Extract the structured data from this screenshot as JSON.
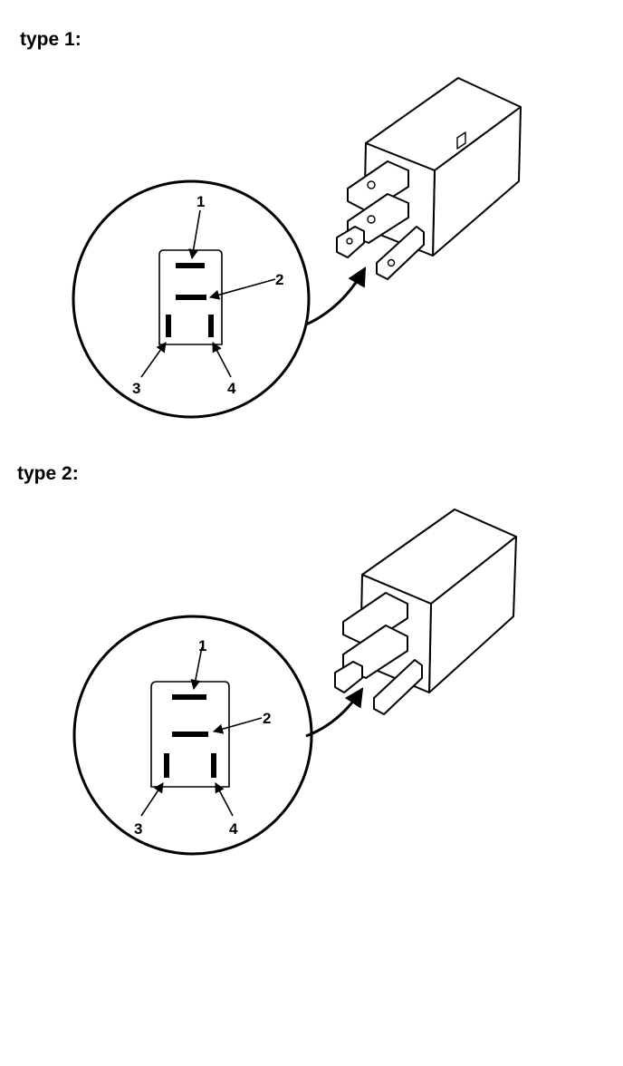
{
  "figures": [
    {
      "label": "type 1:",
      "pins": [
        "1",
        "2",
        "3",
        "4"
      ]
    },
    {
      "label": "type 2:",
      "pins": [
        "1",
        "2",
        "3",
        "4"
      ]
    }
  ],
  "colors": {
    "ink": "#000000",
    "paper": "#ffffff"
  }
}
